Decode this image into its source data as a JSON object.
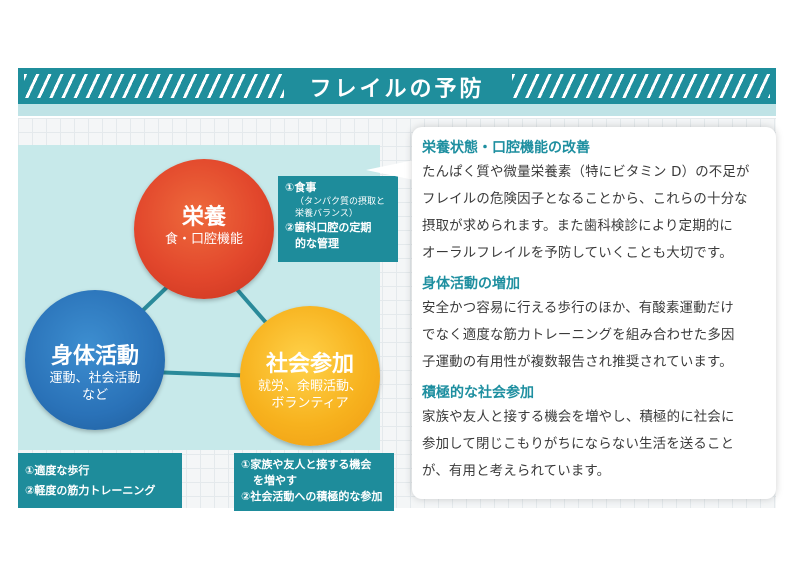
{
  "header": {
    "title": "フレイルの予防"
  },
  "diagram": {
    "nutrition": {
      "title": "栄養",
      "subtitle": "食・口腔機能"
    },
    "physical": {
      "title": "身体活動",
      "subtitle_1": "運動、社会活動",
      "subtitle_2": "など"
    },
    "social": {
      "title": "社会参加",
      "subtitle_1": "就労、余暇活動、",
      "subtitle_2": "ボランティア"
    }
  },
  "notes": {
    "nutrition": {
      "line1": "①食事",
      "line2": "（タンパク質の摂取と",
      "line3": "栄養バランス）",
      "line4": "②歯科口腔の定期",
      "line5": "的な管理"
    },
    "physical": {
      "line1": "①適度な歩行",
      "line2": "②軽度の筋力トレーニング"
    },
    "social": {
      "line1": "①家族や友人と接する機会",
      "line2": "を増やす",
      "line3": "②社会活動への積極的な参加"
    }
  },
  "callout": {
    "sections": [
      {
        "heading": "栄養状態・口腔機能の改善",
        "lines": [
          "たんぱく質や微量栄養素（特にビタミン D）の不足が",
          "フレイルの危険因子となることから、これらの十分な",
          "摂取が求められます。また歯科検診により定期的に",
          "オーラルフレイルを予防していくことも大切です。"
        ]
      },
      {
        "heading": "身体活動の増加",
        "lines": [
          "安全かつ容易に行える歩行のほか、有酸素運動だけ",
          "でなく適度な筋力トレーニングを組み合わせた多因",
          "子運動の有用性が複数報告され推奨されています。"
        ]
      },
      {
        "heading": "積極的な社会参加",
        "lines": [
          "家族や友人と接する機会を増やし、積極的に社会に",
          "参加して閉じこもりがちにならない生活を送ること",
          "が、有用と考えられています。"
        ]
      }
    ]
  },
  "colors": {
    "header": "#1f8e9c",
    "nutrition": "#e2472c",
    "physical": "#2a72b8",
    "social": "#f7b21e",
    "heading": "#1e8fa0"
  }
}
